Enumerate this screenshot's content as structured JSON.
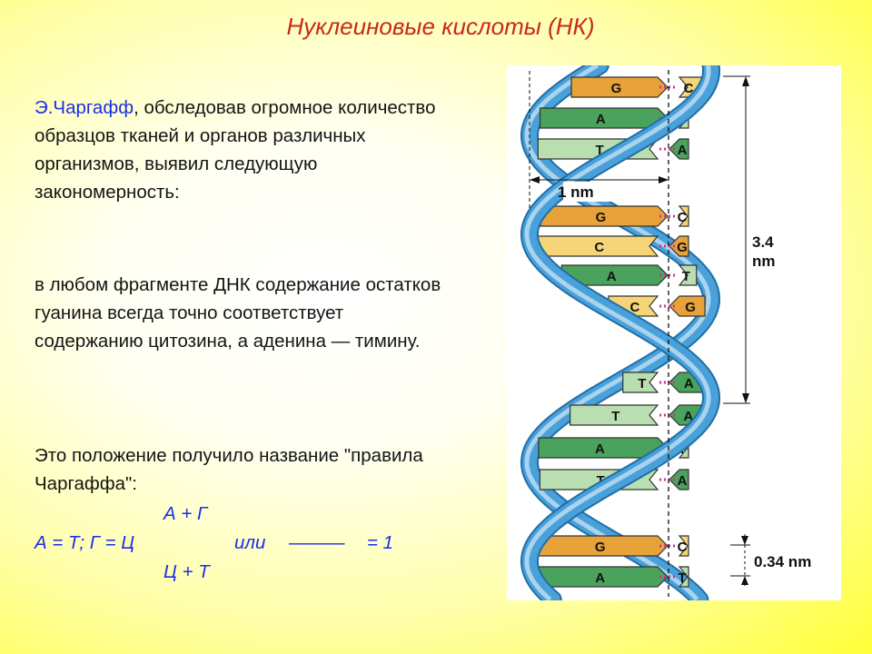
{
  "title": "Нуклеиновые кислоты (НК)",
  "paragraph1": {
    "name": "Э.Чаргафф",
    "rest": ", обследовав огромное количество образцов тканей и органов различных организмов, выявил следующую закономерность:"
  },
  "paragraph2": "в любом фрагменте ДНК содержание остатков гуанина всегда точно соответствует содержанию цитозина, а аденина — тимину.",
  "paragraph3": "Это положение получило название \"правила Чаргаффа\":",
  "formula": {
    "numerator": "А + Г",
    "equalities": "А = Т; Г = Ц",
    "or": "или",
    "bar": "———",
    "result": "= 1",
    "denominator": "Ц + Т"
  },
  "dna_figure": {
    "width_label": "1 nm",
    "turn_label_line1": "3.4",
    "turn_label_line2": "nm",
    "rise_label": "0.34 nm",
    "base_pairs": [
      {
        "left": "G",
        "right": "C"
      },
      {
        "left": "A",
        "right": "T"
      },
      {
        "left": "T",
        "right": "A"
      },
      {
        "left": "G",
        "right": "C"
      },
      {
        "left": "C",
        "right": "G"
      },
      {
        "left": "A",
        "right": "T"
      },
      {
        "left": "C",
        "right": "G"
      },
      {
        "left": "T",
        "right": "A"
      },
      {
        "left": "T",
        "right": "A"
      },
      {
        "left": "A",
        "right": "T"
      },
      {
        "left": "T",
        "right": "A"
      },
      {
        "left": "G",
        "right": "C"
      },
      {
        "left": "A",
        "right": "T"
      }
    ],
    "colors": {
      "G": "#e8a23a",
      "C": "#f6d478",
      "A": "#4aa25c",
      "T": "#b9dfb0",
      "backbone": "#4aa0d8",
      "backbone_light": "#a8d4f0",
      "hbond": "#cc3399"
    }
  }
}
